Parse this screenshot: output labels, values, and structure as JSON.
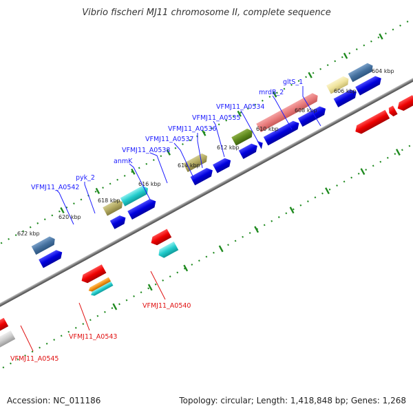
{
  "title": "Vibrio fischeri MJ11 chromosome II, complete sequence",
  "footer": {
    "accession": "Accession: NC_011186",
    "topology": "Topology: circular; Length: 1,418,848 bp; Genes: 1,268"
  },
  "ticks": [
    {
      "label": "604 kbp"
    },
    {
      "label": "606 kbp"
    },
    {
      "label": "608 kbp"
    },
    {
      "label": "610 kbp"
    },
    {
      "label": "612 kbp"
    },
    {
      "label": "614 kbp"
    },
    {
      "label": "616 kbp"
    },
    {
      "label": "618 kbp"
    },
    {
      "label": "620 kbp"
    },
    {
      "label": "622 kbp"
    }
  ],
  "labels_forward": [
    {
      "text": "gltS_1"
    },
    {
      "text": "mrdB_2"
    },
    {
      "text": "VFMJ11_A0534"
    },
    {
      "text": "VFMJ11_A0535"
    },
    {
      "text": "VFMJ11_A0536"
    },
    {
      "text": "VFMJ11_A0537"
    },
    {
      "text": "VFMJ11_A0538"
    },
    {
      "text": "anmK"
    },
    {
      "text": "pyk_2"
    },
    {
      "text": "VFMJ11_A0542"
    }
  ],
  "labels_reverse": [
    {
      "text": "VFMJ11_A0540"
    },
    {
      "text": "VFMJ11_A0543"
    },
    {
      "text": "VFMJ11_A0545"
    }
  ],
  "colors": {
    "backbone": "#8c8c8c",
    "tick_dots": "#1f8a1f",
    "gene_blue": "#1010ee",
    "gene_red": "#ee1111",
    "label_blue": "#1a1aff",
    "label_red": "#e01010"
  }
}
